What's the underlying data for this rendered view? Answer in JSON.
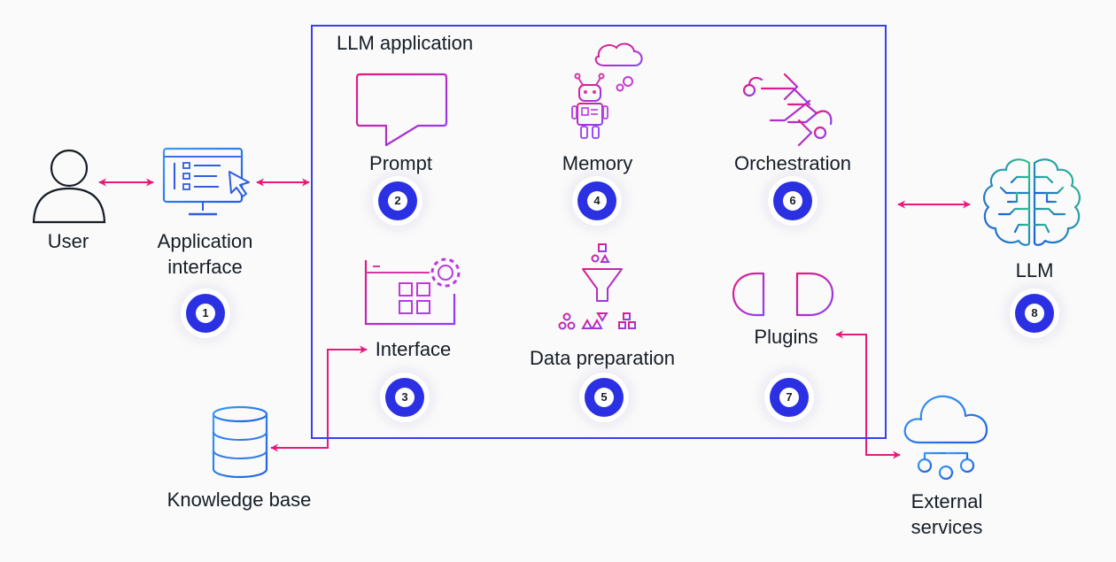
{
  "container": {
    "title": "LLM application"
  },
  "nodes": {
    "user": "User",
    "application_interface": [
      "Application",
      "interface"
    ],
    "knowledge_base": "Knowledge base",
    "prompt": "Prompt",
    "memory": "Memory",
    "orchestration": "Orchestration",
    "interface": "Interface",
    "data_preparation": "Data preparation",
    "plugins": "Plugins",
    "llm": "LLM",
    "external_services": [
      "External",
      "services"
    ]
  },
  "badges": {
    "application_interface": "1",
    "prompt": "2",
    "interface": "3",
    "memory": "4",
    "data_preparation": "5",
    "orchestration": "6",
    "plugins": "7",
    "llm": "8"
  },
  "colors": {
    "container_border": "#3d3df0",
    "connector": "#e8197d",
    "badge": "#2b31e3",
    "text": "#161d26",
    "icon_pink": "#e8197d",
    "icon_purple": "#8a3ffc",
    "icon_blue": "#0a72e8"
  },
  "icons": {
    "user": "person-outline-icon",
    "application_interface": "monitor-cursor-icon",
    "knowledge_base": "database-icon",
    "prompt": "speech-bubble-icon",
    "memory": "robot-thought-icon",
    "orchestration": "flow-arrows-icon",
    "interface": "window-gear-icon",
    "data_preparation": "funnel-shapes-icon",
    "plugins": "plug-connector-icon",
    "llm": "brain-circuit-icon",
    "external_services": "cloud-network-icon"
  }
}
